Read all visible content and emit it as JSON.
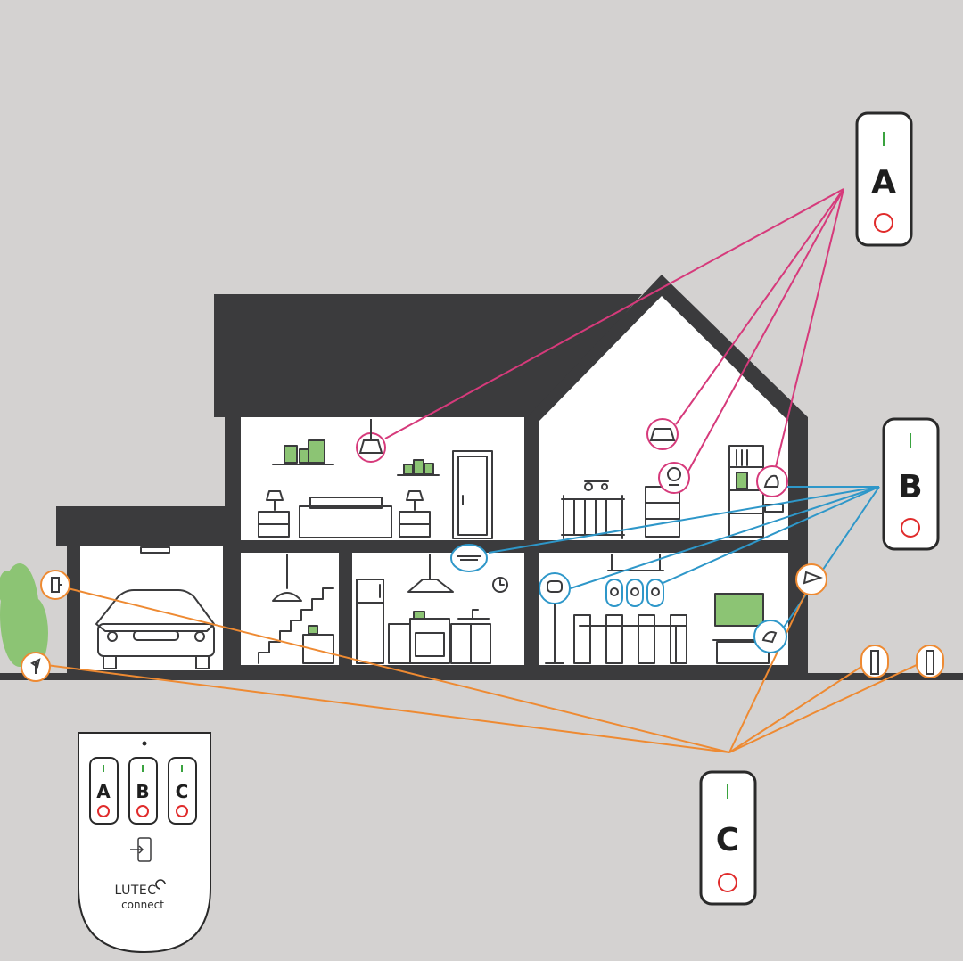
{
  "colors": {
    "background": "#d4d2d1",
    "roof": "#3b3b3d",
    "line_a": "#d63a7b",
    "line_b": "#2e97c9",
    "line_c": "#ee8a32",
    "on_indicator": "#3aa33f",
    "off_indicator": "#e02b2b",
    "accent_green": "#8cc474"
  },
  "channels": {
    "a": {
      "letter": "A"
    },
    "b": {
      "letter": "B"
    },
    "c": {
      "letter": "C"
    }
  },
  "remote": {
    "buttons": [
      {
        "letter": "A"
      },
      {
        "letter": "B"
      },
      {
        "letter": "C"
      }
    ],
    "brand_name": "LUTEC",
    "brand_sub": "connect",
    "icons": [
      "phone-pairing-icon",
      "lutec-leaf-icon"
    ]
  }
}
